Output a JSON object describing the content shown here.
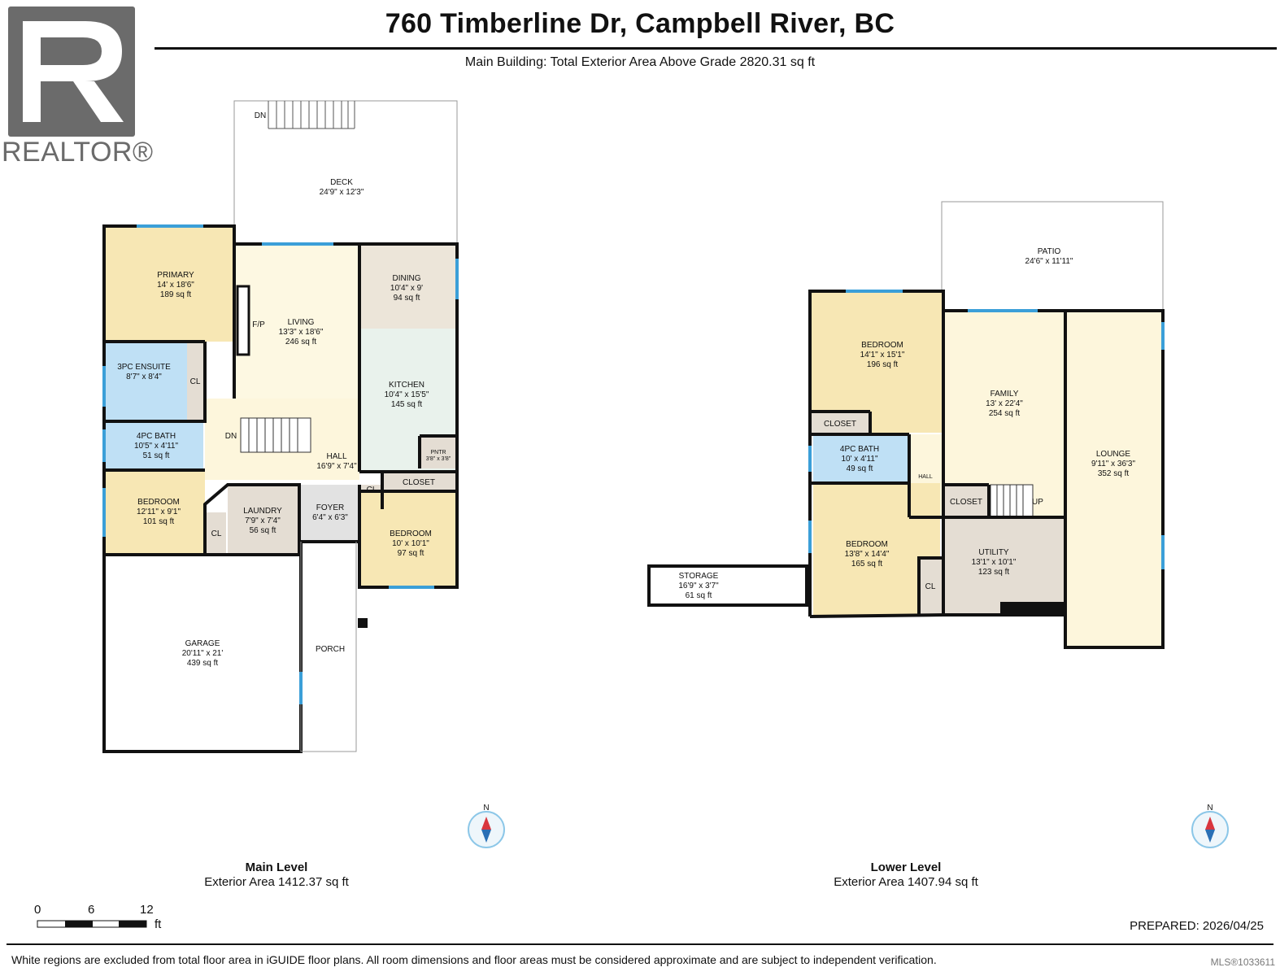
{
  "header": {
    "title": "760 Timberline Dr, Campbell River, BC",
    "subtitle": "Main Building: Total Exterior Area Above Grade 2820.31 sq ft"
  },
  "logo": {
    "text": "REALTOR®",
    "icon": "realtor-r-logo-icon"
  },
  "main_level": {
    "name": "Main Level",
    "area": "Exterior Area 1412.37 sq ft",
    "rooms": [
      {
        "id": "deck",
        "name": "DECK",
        "dims": "24'9\" x 12'3\""
      },
      {
        "id": "primary",
        "name": "PRIMARY",
        "dims": "14' x 18'6\"",
        "area": "189 sq ft"
      },
      {
        "id": "living",
        "name": "LIVING",
        "dims": "13'3\" x 18'6\"",
        "area": "246 sq ft"
      },
      {
        "id": "dining",
        "name": "DINING",
        "dims": "10'4\" x 9'",
        "area": "94 sq ft"
      },
      {
        "id": "kitchen",
        "name": "KITCHEN",
        "dims": "10'4\" x 15'5\"",
        "area": "145 sq ft"
      },
      {
        "id": "ensuite",
        "name": "3PC ENSUITE",
        "dims": "8'7\" x 8'4\""
      },
      {
        "id": "bath",
        "name": "4PC BATH",
        "dims": "10'5\" x 4'11\"",
        "area": "51 sq ft"
      },
      {
        "id": "hall",
        "name": "HALL",
        "dims": "16'9\" x 7'4\""
      },
      {
        "id": "pantry",
        "name": "PNTR",
        "dims": "3'8\" x 3'8\""
      },
      {
        "id": "bedroom1",
        "name": "BEDROOM",
        "dims": "12'11\" x 9'1\"",
        "area": "101 sq ft"
      },
      {
        "id": "laundry",
        "name": "LAUNDRY",
        "dims": "7'9\" x 7'4\"",
        "area": "56 sq ft"
      },
      {
        "id": "foyer",
        "name": "FOYER",
        "dims": "6'4\" x 6'3\""
      },
      {
        "id": "bedroom2",
        "name": "BEDROOM",
        "dims": "10' x 10'1\"",
        "area": "97 sq ft"
      },
      {
        "id": "garage",
        "name": "GARAGE",
        "dims": "20'11\" x 21'",
        "area": "439 sq ft"
      },
      {
        "id": "porch",
        "name": "PORCH"
      }
    ],
    "labels": {
      "fp": "F/P",
      "cl": "CL",
      "closet": "CLOSET",
      "dn": "DN"
    }
  },
  "lower_level": {
    "name": "Lower Level",
    "area": "Exterior Area 1407.94 sq ft",
    "rooms": [
      {
        "id": "patio",
        "name": "PATIO",
        "dims": "24'6\" x 11'11\""
      },
      {
        "id": "bedroom3",
        "name": "BEDROOM",
        "dims": "14'1\" x 15'1\"",
        "area": "196 sq ft"
      },
      {
        "id": "family",
        "name": "FAMILY",
        "dims": "13' x 22'4\"",
        "area": "254 sq ft"
      },
      {
        "id": "lounge",
        "name": "LOUNGE",
        "dims": "9'11\" x 36'3\"",
        "area": "352 sq ft"
      },
      {
        "id": "bath2",
        "name": "4PC BATH",
        "dims": "10' x 4'11\"",
        "area": "49 sq ft"
      },
      {
        "id": "bedroom4",
        "name": "BEDROOM",
        "dims": "13'8\" x 14'4\"",
        "area": "165 sq ft"
      },
      {
        "id": "utility",
        "name": "UTILITY",
        "dims": "13'1\" x 10'1\"",
        "area": "123 sq ft"
      },
      {
        "id": "storage",
        "name": "STORAGE",
        "dims": "16'9\" x 3'7\"",
        "area": "61 sq ft"
      }
    ],
    "labels": {
      "closet": "CLOSET",
      "hall": "HALL",
      "up": "UP",
      "cl": "CL"
    }
  },
  "compass": {
    "north": "N"
  },
  "scale": {
    "ticks": [
      "0",
      "6",
      "12"
    ],
    "unit": "ft"
  },
  "prepared": "PREPARED: 2026/04/25",
  "disclaimer": "White regions are excluded from total floor area in iGUIDE floor plans. All room dimensions and floor areas must be considered approximate and are subject to independent verification.",
  "mls": "MLS®1033611",
  "colors": {
    "bedroom": "#f7e7b4",
    "living": "#fdf8e2",
    "kitchen": "#e9f2ec",
    "dining": "#ece5d9",
    "bath": "#bfe0f5",
    "utility": "#e4ddd3",
    "hall": "#fdf6dc",
    "wall": "#111111",
    "window": "#3b9fd8"
  }
}
